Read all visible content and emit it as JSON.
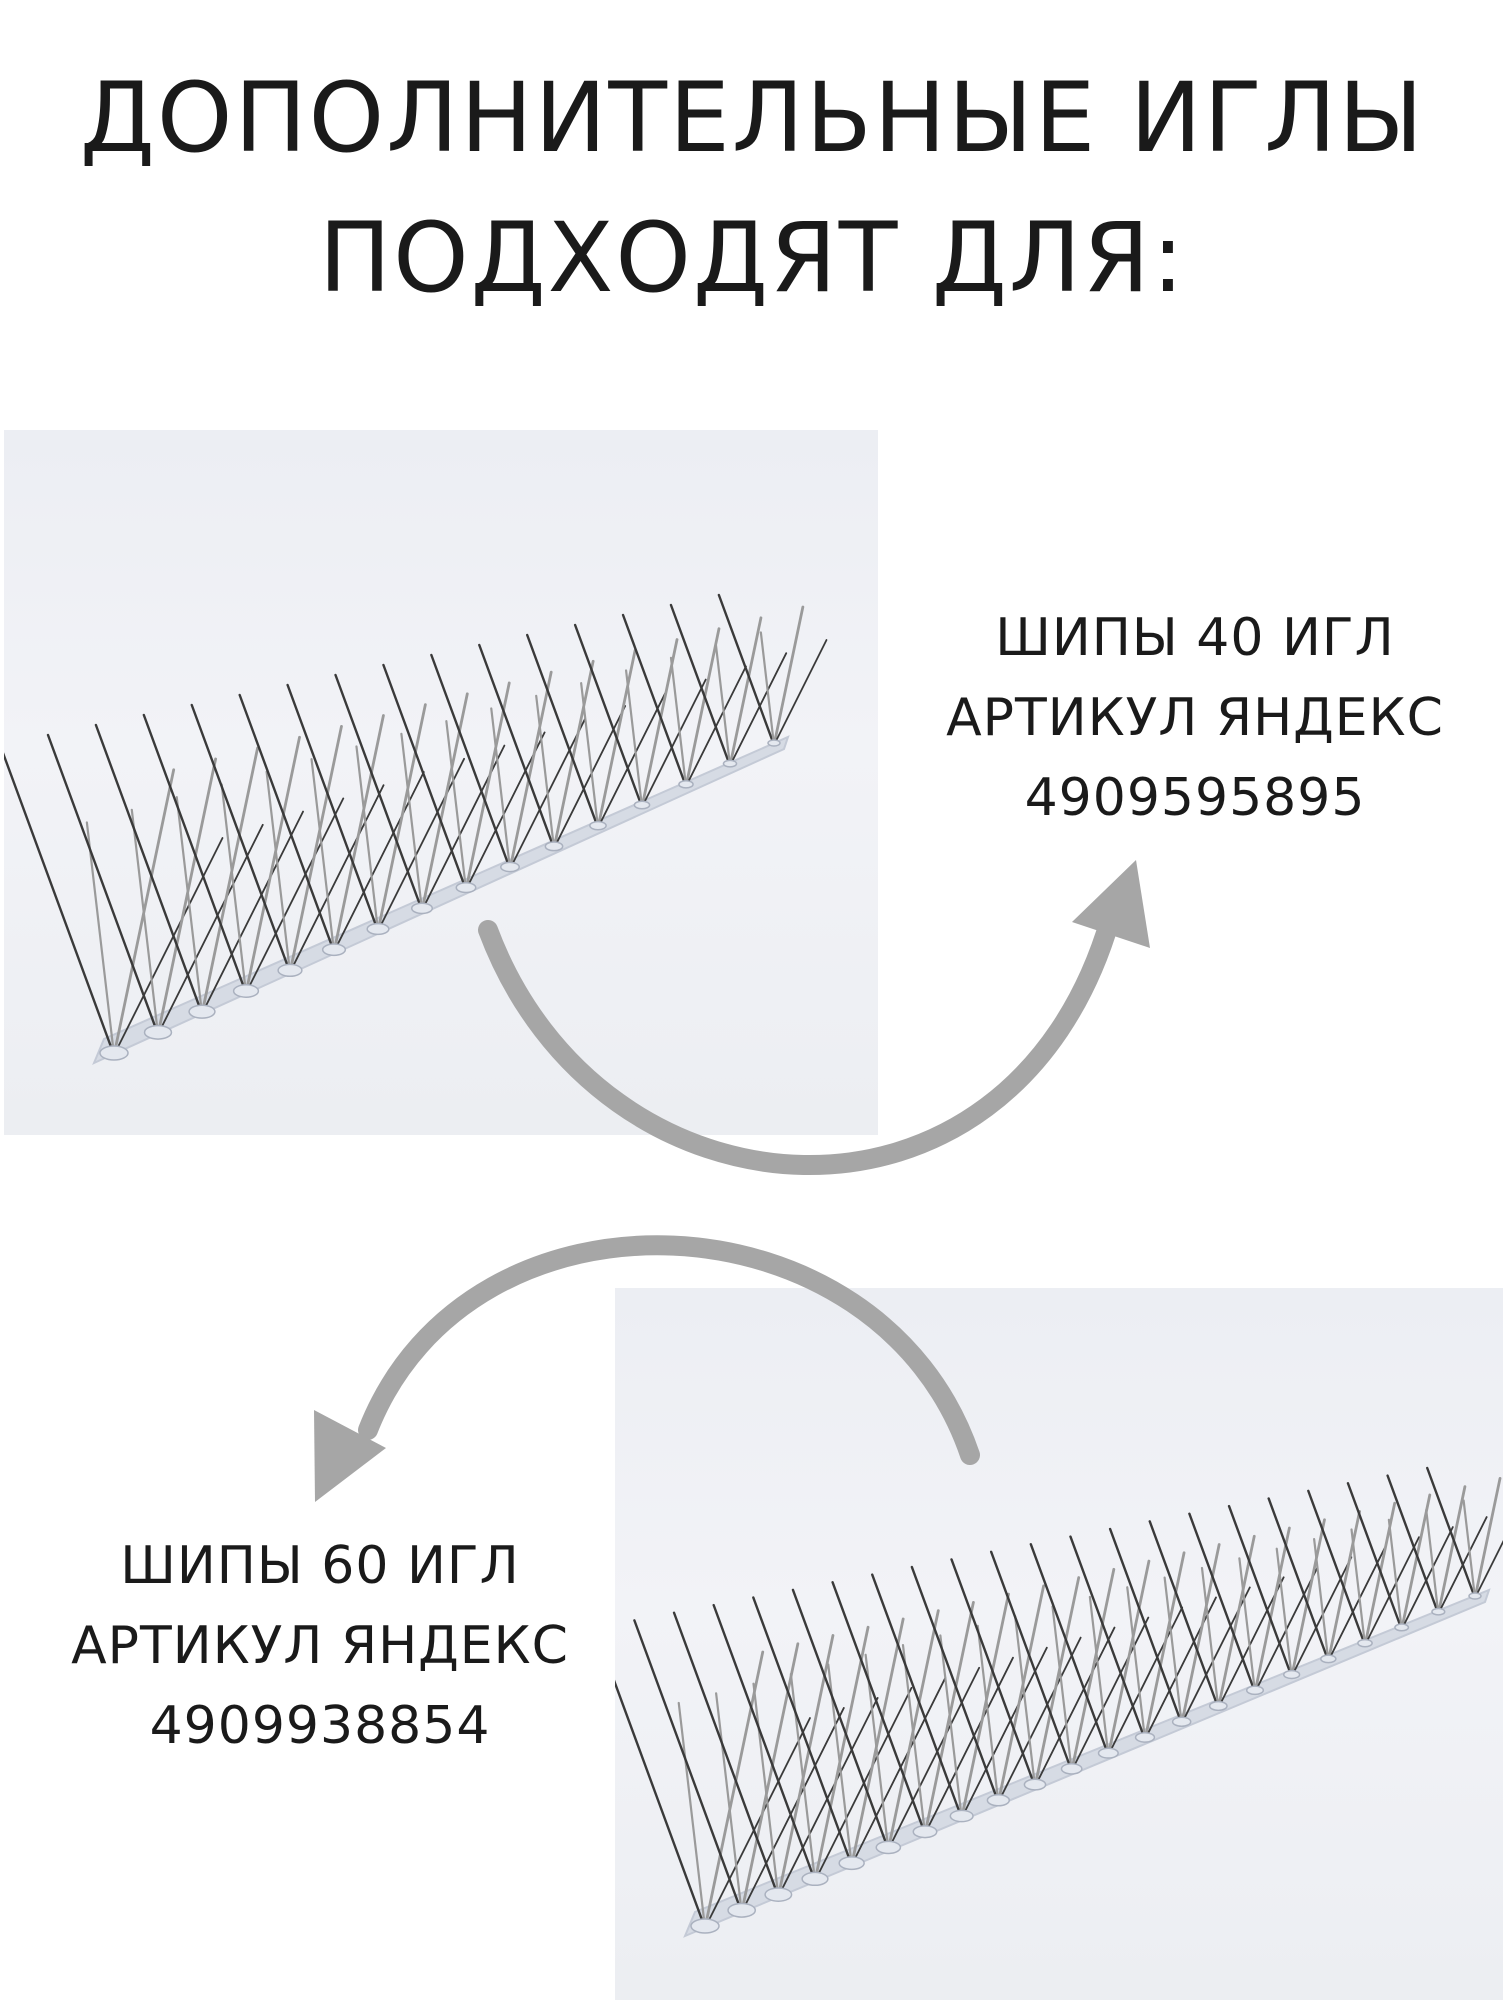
{
  "heading": {
    "line1": "ДОПОЛНИТЕЛЬНЫЕ ИГЛЫ",
    "line2": "ПОДХОДЯТ ДЛЯ:"
  },
  "products": [
    {
      "title": "ШИПЫ 40 ИГЛ",
      "article_label": "АРТИКУЛ ЯНДЕКС",
      "article": "4909595895"
    },
    {
      "title": "ШИПЫ 60 ИГЛ",
      "article_label": "АРТИКУЛ ЯНДЕКС",
      "article": "4909938854"
    }
  ],
  "colors": {
    "text": "#1a1a1a",
    "arrow": "#a6a6a6",
    "spike_dark": "#3a3a3a",
    "spike_light": "#9a9a9a",
    "base": "#d6dbe4"
  },
  "icons": [
    "curved-arrow-icon",
    "bird-spike-strip-image"
  ]
}
